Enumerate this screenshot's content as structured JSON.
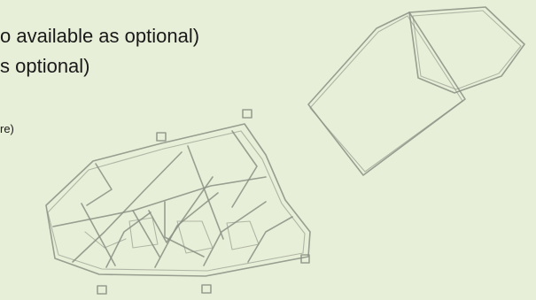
{
  "slide": {
    "text_lines": [
      "o available as optional)",
      "s optional)",
      "re)"
    ]
  }
}
